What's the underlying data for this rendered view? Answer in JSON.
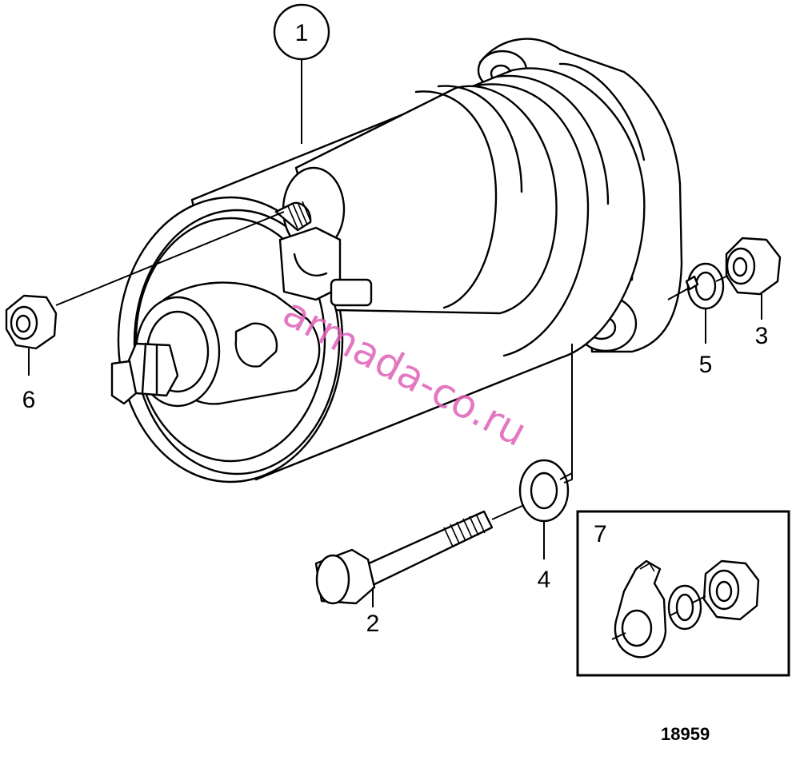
{
  "callouts": {
    "c1": "1",
    "c2": "2",
    "c3": "3",
    "c4": "4",
    "c5": "5",
    "c6": "6",
    "c7": "7"
  },
  "reference_number": "18959",
  "watermark": "armada-co.ru",
  "colors": {
    "line": "#000000",
    "background": "#ffffff",
    "watermark": "#e060b8"
  }
}
